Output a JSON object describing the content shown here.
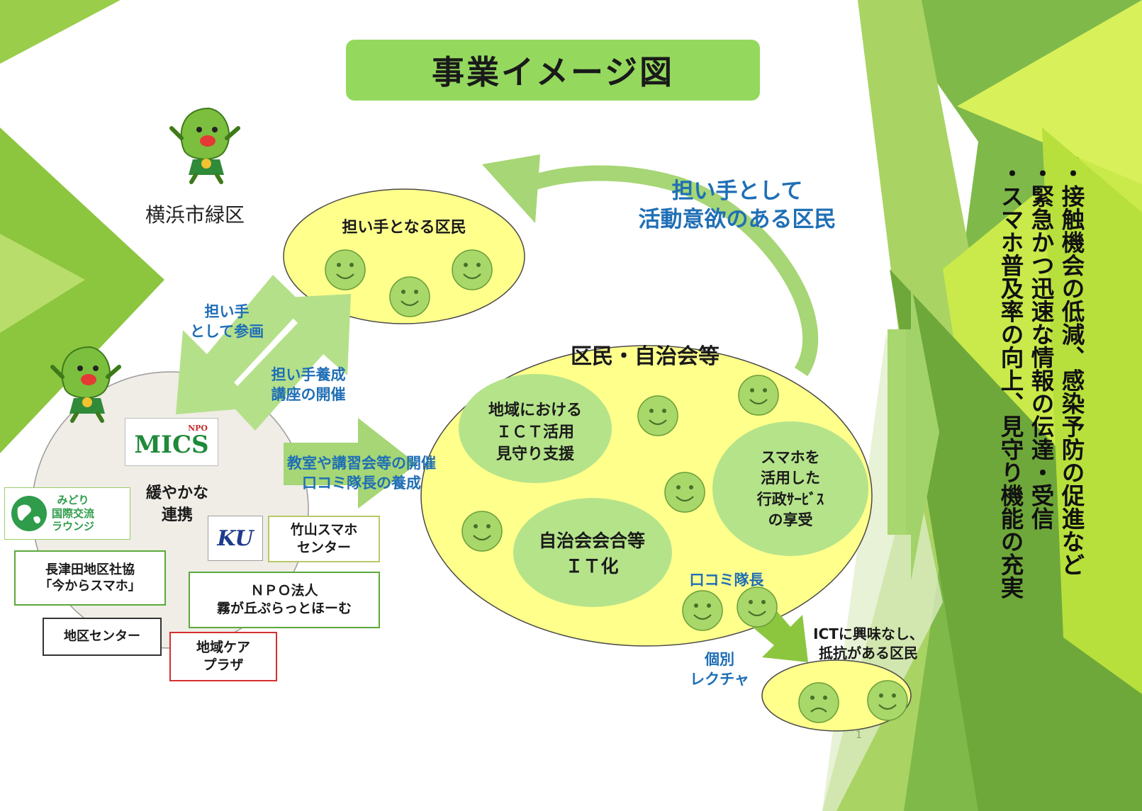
{
  "title": "事業イメージ図",
  "ward_name": "横浜市緑区",
  "top_group": {
    "label": "担い手となる区民",
    "smileys": 3
  },
  "motivated_label": "担い手として\n活動意欲のある区民",
  "participate_label": "担い手\nとして参画",
  "training_label": "担い手養成\n講座の開催",
  "class_label": "教室や講習会等の開催\n口コミ隊長の養成",
  "main_group": {
    "label": "区民・自治会等",
    "ict_support": "地域における\nＩＣＴ活用\n見守り支援",
    "smartphone_services": "スマホを\n活用した\n行政ｻｰﾋﾞｽ\nの享受",
    "association_it": "自治会会合等\nＩＴ化",
    "wom_leader": "口コミ隊長"
  },
  "uninterested_label": "ICTに興味なし、\n抵抗がある区民",
  "lecture_label": "個別\nレクチャ",
  "network": {
    "loose_link": "緩やかな\n連携",
    "mics_logo": {
      "sup": "NPO",
      "main": "MICS"
    },
    "midori_logo": "みどり\n国際交流\nラウンジ",
    "ku_logo": "KU",
    "takeyama": "竹山スマホ\nセンター",
    "nagatsuta": "長津田地区社協\n「今からスマホ」",
    "npo_kirigaoka": "ＮＰＯ法人\n霧が丘ぷらっとほーむ",
    "district_center": "地区センター",
    "care_plaza": "地域ケア\nプラザ"
  },
  "outcomes": [
    "・接触機会の低減、感染予防の促進など",
    "・緊急かつ迅速な情報の伝達・受信",
    "・スマホ普及率の向上、見守り機能の充実"
  ],
  "page_number": "1",
  "colors": {
    "title_bg": "#94d95e",
    "circle_fill": "#ffff8c",
    "inner_circle": "#b5e38a",
    "arrow_green": "#a6d675",
    "text_blue": "#1f6fb5",
    "care_plaza_border": "#d62e2e",
    "box_border_green": "#5ca83c"
  }
}
